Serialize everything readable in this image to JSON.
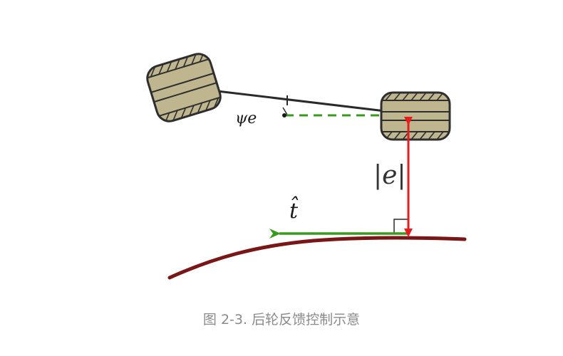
{
  "labels": {
    "heading_error": "ψe",
    "lateral_error": "|e|",
    "tangent": "t̂"
  },
  "caption": "图 2-3. 后轮反馈控制示意",
  "colors": {
    "tire_fill": "#bfb58f",
    "tire_stroke": "#2e2e2e",
    "axle": "#2a2a2a",
    "heading_reference": "#3a9a1e",
    "tangent_arrow": "#3a9a1e",
    "error_arrow": "#e81c1c",
    "path": "#7a1616",
    "caption": "#8a8a8a"
  }
}
